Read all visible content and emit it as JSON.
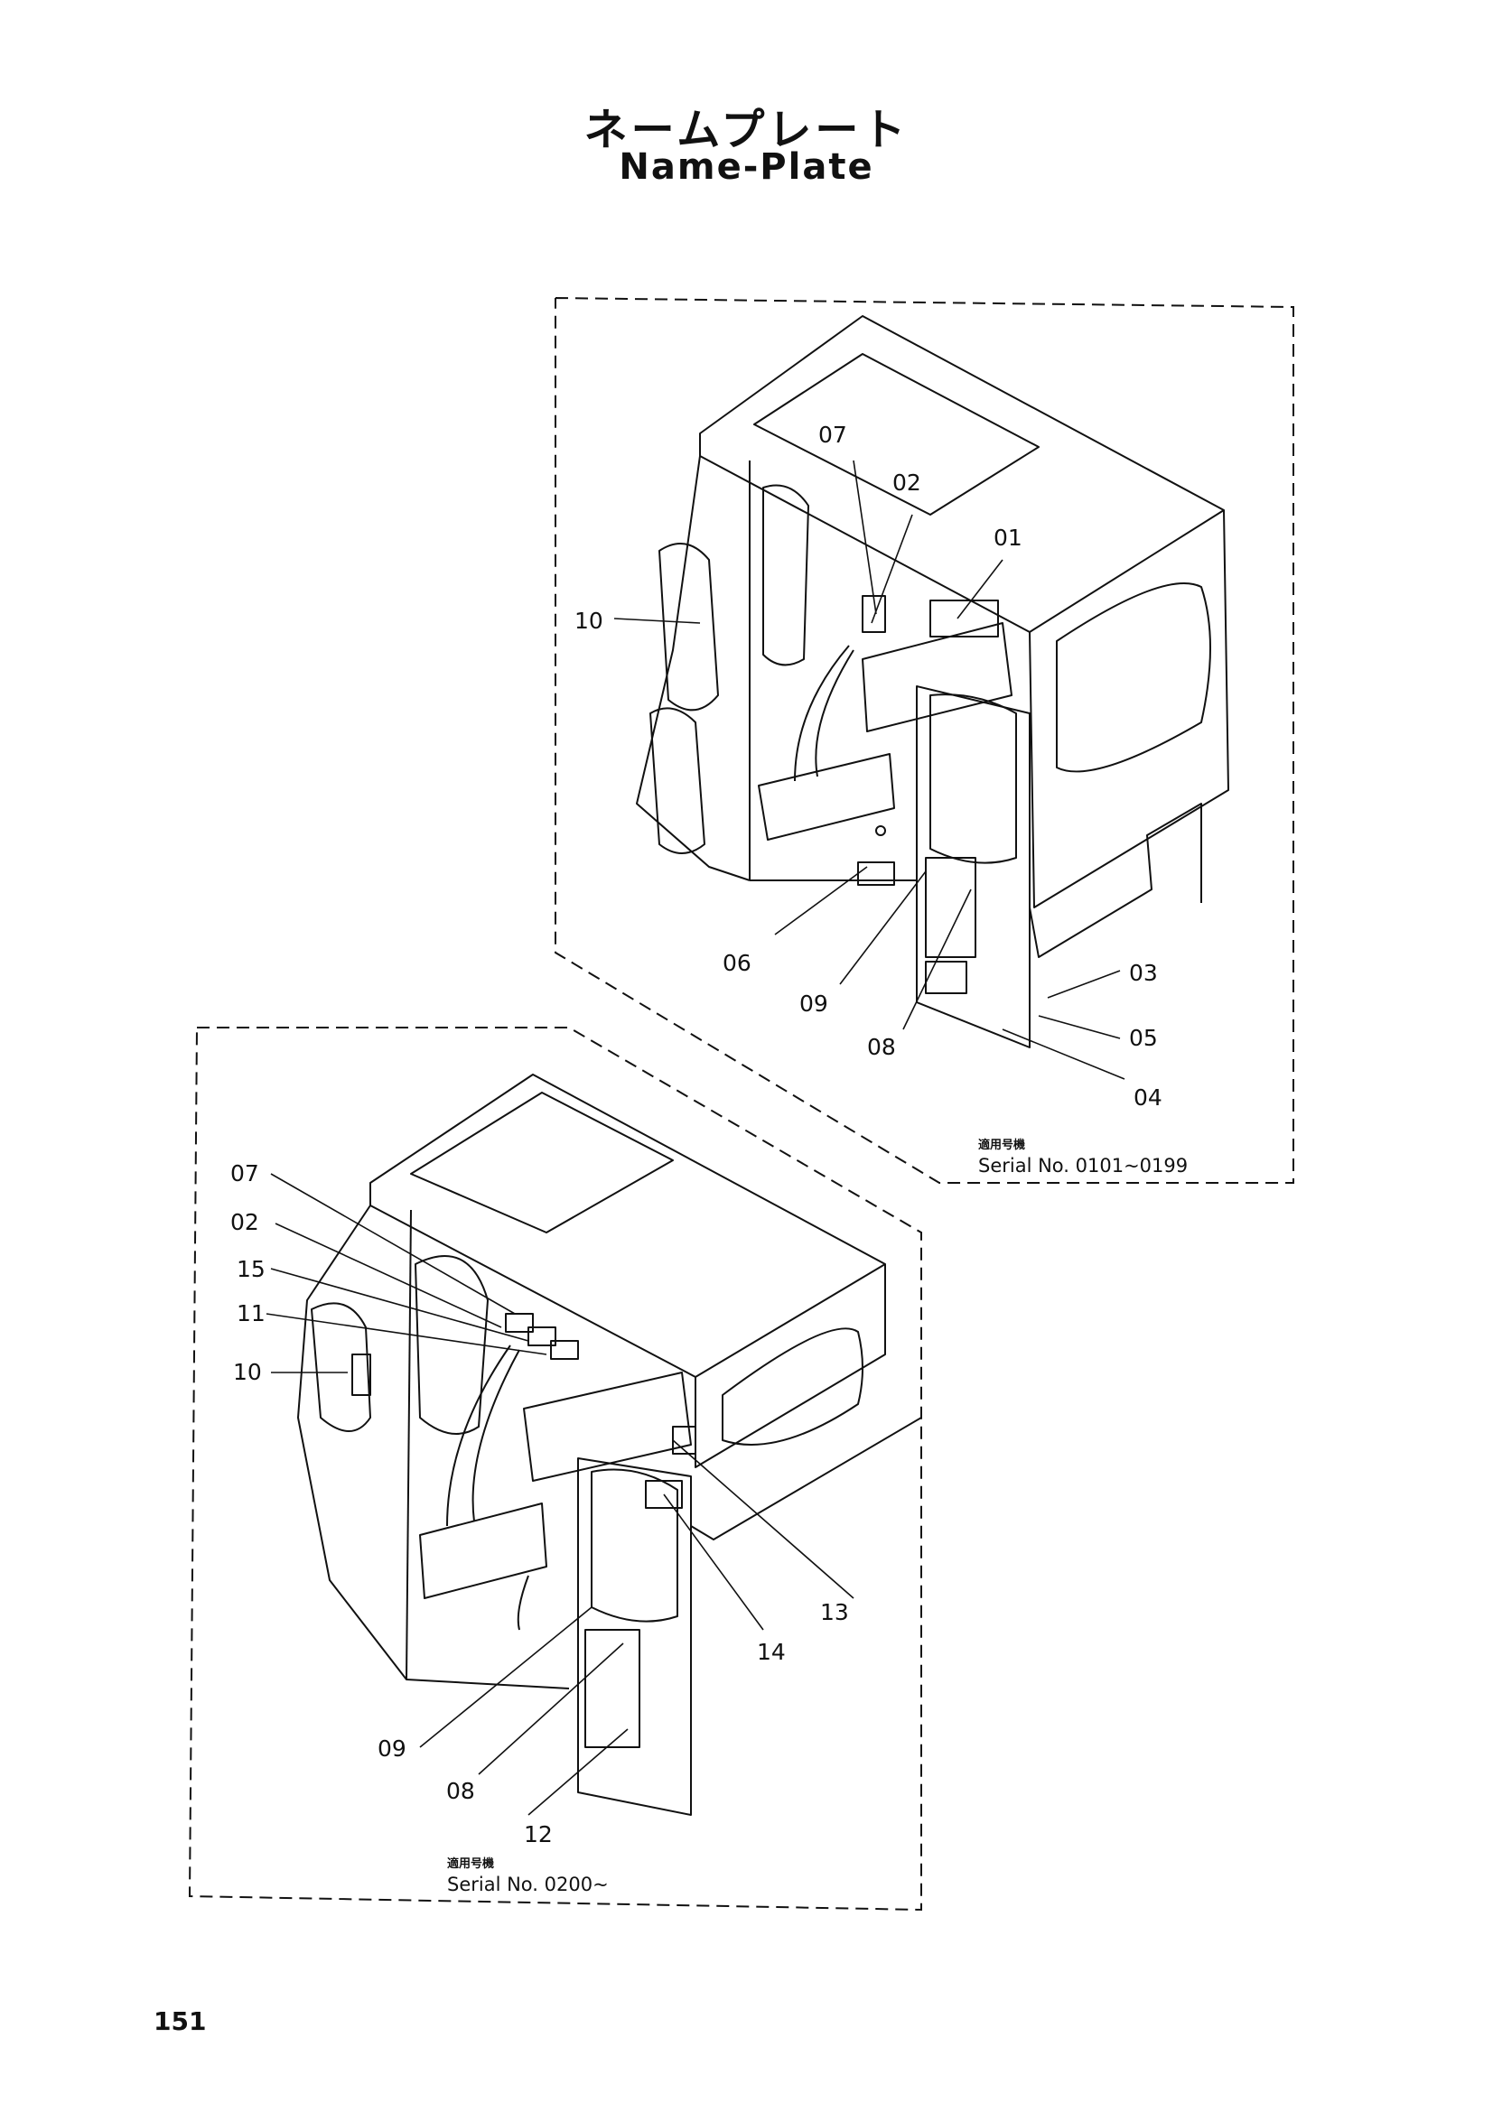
{
  "title_jp": "ネームプレート",
  "title_en": "Name-Plate",
  "page_number": "151",
  "top_view": {
    "labels": [
      "07",
      "02",
      "01",
      "10",
      "03",
      "05",
      "04",
      "06",
      "09",
      "08"
    ],
    "applicable_jp": "適用号機",
    "serial": "Serial No. 0101~0199"
  },
  "bottom_view": {
    "labels": [
      "07",
      "02",
      "15",
      "11",
      "10",
      "13",
      "14",
      "09",
      "08",
      "12"
    ],
    "applicable_jp": "適用号機",
    "serial": "Serial No. 0200~"
  }
}
